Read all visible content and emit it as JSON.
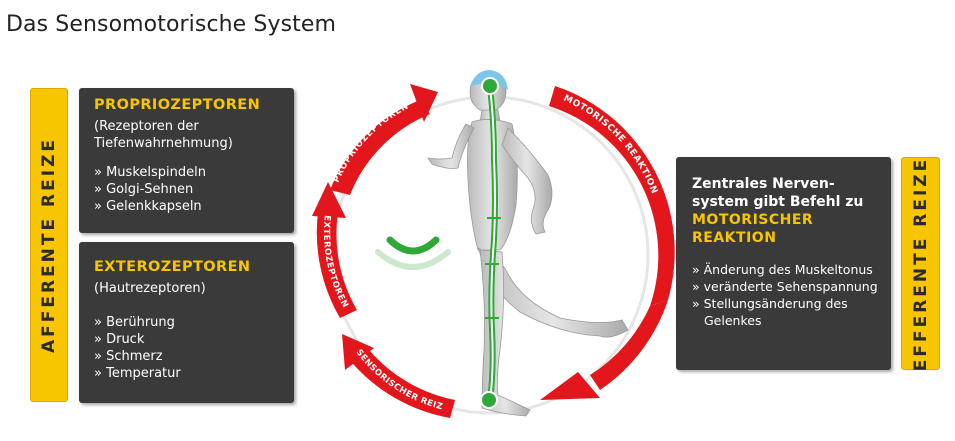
{
  "title": "Das Sensomotorische System",
  "left_bar": {
    "label": "AFFERENTE REIZE"
  },
  "right_bar": {
    "label": "EFFERENTE REIZE"
  },
  "panel_proprio": {
    "heading": "PROPRIOZEPTOREN",
    "sub_line1": "(Rezeptoren der",
    "sub_line2": "Tiefenwahrnehmung)",
    "items": [
      "» Muskelspindeln",
      "» Golgi-Sehnen",
      "» Gelenkkapseln"
    ]
  },
  "panel_extero": {
    "heading": "EXTEROZEPTOREN",
    "sub": "(Hautrezeptoren)",
    "items": [
      "» Berührung",
      "» Druck",
      "» Schmerz",
      "» Temperatur"
    ]
  },
  "panel_central": {
    "line1": "Zentrales Nerven-",
    "line2": "system gibt Befehl zu",
    "line3": "MOTORISCHER",
    "line4": "REAKTION",
    "items": [
      "» Änderung des Muskeltonus",
      "» veränderte Sehenspannung",
      "» Stellungsänderung des"
    ],
    "item_cont": "Gelenkes"
  },
  "cycle": {
    "proprio": "PROPRIOZEPTOREN",
    "extero": "EXTEROZEPTOREN",
    "sensor": "SENSORISCHER REIZ",
    "motor": "MOTORISCHE REAKTION"
  },
  "colors": {
    "accent_yellow": "#f7c600",
    "panel": "#3a3a3a",
    "arrow_red": "#e3161b",
    "nerve_green": "#2ea836"
  }
}
